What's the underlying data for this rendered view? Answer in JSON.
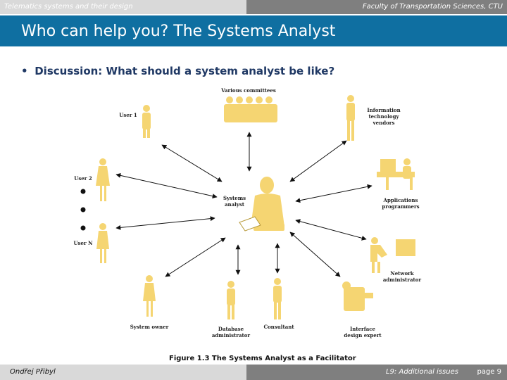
{
  "header": {
    "left_text": "Telematics systems and their design",
    "right_text": "Faculty of Transportation Sciences, CTU"
  },
  "slide": {
    "title": "Who can help you? The Systems Analyst",
    "bullet": "Discussion: What should a system analyst be like?"
  },
  "figure": {
    "center_label": "Systems\nanalyst",
    "labels": {
      "committees": "Various committees",
      "user1": "User 1",
      "vendors": "Information\ntechnology\nvendors",
      "user2": "User 2",
      "usern": "User N",
      "programmers": "Applications\nprogrammers",
      "network": "Network\nadministrator",
      "owner": "System owner",
      "dba": "Database\nadministrator",
      "consultant": "Consultant",
      "interface": "Interface\ndesign expert"
    },
    "caption": "Figure 1.3  The Systems Analyst as a Facilitator",
    "figure_color": "#f5d572"
  },
  "footer": {
    "author": "Ondřej Přibyl",
    "lecture": "L9: Additional issues",
    "page": "page 9"
  }
}
